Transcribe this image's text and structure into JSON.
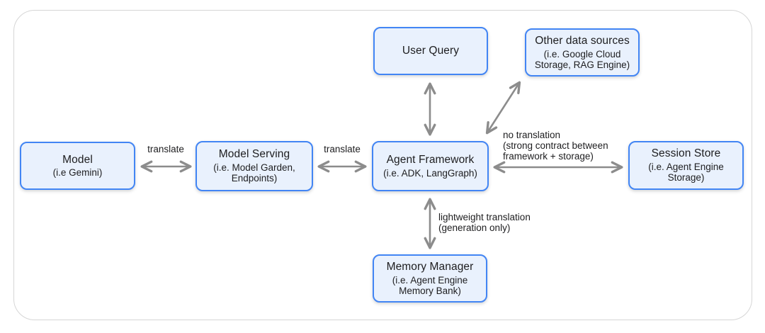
{
  "diagram": {
    "title_hint": "agent-framework-translation-architecture",
    "nodes": [
      {
        "id": "model",
        "title": "Model",
        "subtitle": "(i.e Gemini)"
      },
      {
        "id": "model-serving",
        "title": "Model Serving",
        "subtitle": "(i.e. Model Garden, Endpoints)"
      },
      {
        "id": "agent-framework",
        "title": "Agent Framework",
        "subtitle": "(i.e. ADK, LangGraph)"
      },
      {
        "id": "user-query",
        "title": "User Query",
        "subtitle": ""
      },
      {
        "id": "other-data-sources",
        "title": "Other data sources",
        "subtitle": "(i.e. Google Cloud Storage, RAG Engine)"
      },
      {
        "id": "session-store",
        "title": "Session Store",
        "subtitle": "(i.e. Agent Engine Storage)"
      },
      {
        "id": "memory-manager",
        "title": "Memory Manager",
        "subtitle": "(i.e. Agent Engine Memory Bank)"
      }
    ],
    "edges": [
      {
        "from": "model",
        "to": "model-serving",
        "direction": "bidirectional",
        "label": "translate"
      },
      {
        "from": "model-serving",
        "to": "agent-framework",
        "direction": "bidirectional",
        "label": "translate"
      },
      {
        "from": "agent-framework",
        "to": "session-store",
        "direction": "bidirectional",
        "label": "no translation (strong contract between framework + storage)"
      },
      {
        "from": "user-query",
        "to": "agent-framework",
        "direction": "bidirectional",
        "label": ""
      },
      {
        "from": "other-data-sources",
        "to": "agent-framework",
        "direction": "bidirectional",
        "label": ""
      },
      {
        "from": "agent-framework",
        "to": "memory-manager",
        "direction": "bidirectional",
        "label": "lightweight translation (generation only)"
      }
    ],
    "edge_labels": {
      "translate_left": "translate",
      "translate_right": "translate",
      "no_translation": [
        "no translation",
        "(strong contract between",
        "framework + storage)"
      ],
      "lightweight": [
        "lightweight translation",
        "(generation only)"
      ]
    }
  },
  "colors": {
    "node-fill": "#e9f1fd",
    "node-border": "#4285f4",
    "arrow-color": "#8c8c8c",
    "frame-border": "#d6d6d6",
    "text-color": "#1d1d1f",
    "bg": "#ffffff"
  }
}
